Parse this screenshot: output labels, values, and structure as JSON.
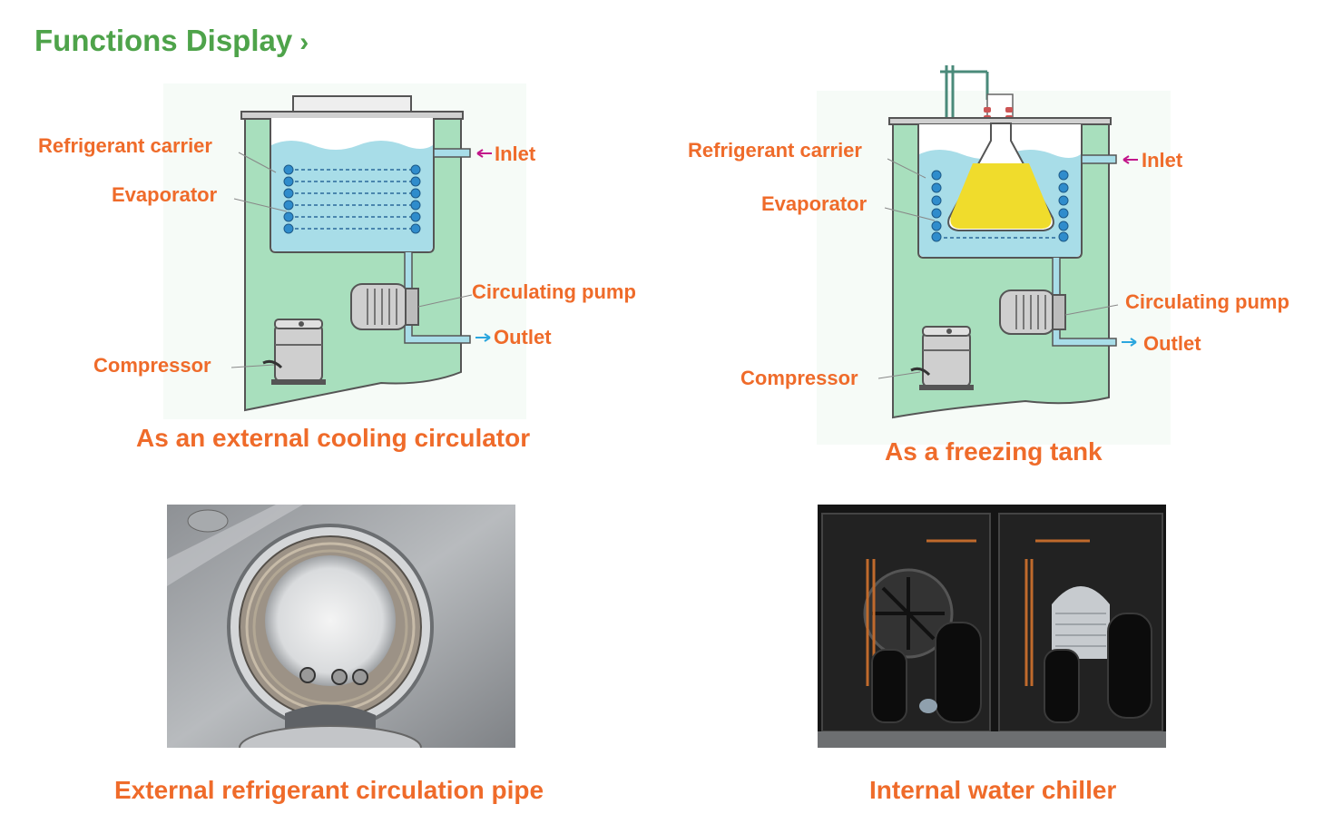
{
  "header": {
    "title": "Functions Display",
    "chevron": "›"
  },
  "colors": {
    "title_green": "#4ea34a",
    "label_orange": "#ef6b2a",
    "cabinet_green": "#a8dfbd",
    "water_blue": "#a8dde8",
    "inlet_arrow": "#c2168a",
    "outlet_arrow": "#2ba6de",
    "flask_yellow": "#f0dc2c"
  },
  "diagram_left": {
    "labels": {
      "refrigerant_carrier": "Refrigerant carrier",
      "evaporator": "Evaporator",
      "circulating_pump": "Circulating pump",
      "compressor": "Compressor",
      "inlet": "Inlet",
      "outlet": "Outlet"
    },
    "caption": "As an external cooling circulator"
  },
  "diagram_right": {
    "labels": {
      "refrigerant_carrier": "Refrigerant carrier",
      "evaporator": "Evaporator",
      "circulating_pump": "Circulating pump",
      "compressor": "Compressor",
      "inlet": "Inlet",
      "outlet": "Outlet"
    },
    "caption": "As a freezing tank"
  },
  "photo_left": {
    "caption": "External refrigerant circulation pipe"
  },
  "photo_right": {
    "caption": "Internal water chiller"
  }
}
